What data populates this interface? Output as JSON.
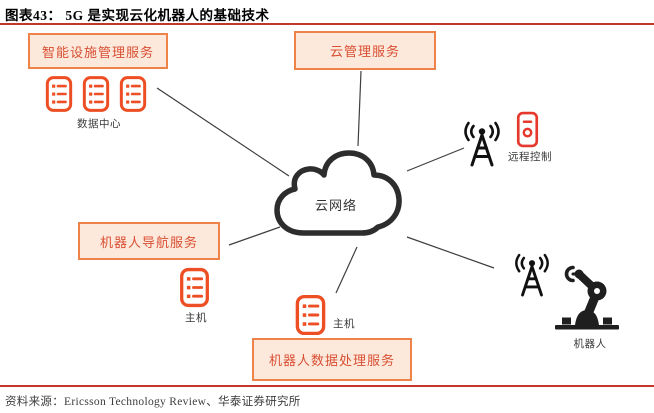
{
  "header": {
    "title": "图表43：  5G 是实现云化机器人的基础技术"
  },
  "cloud": {
    "label": "云网络",
    "icon": "cloud-icon"
  },
  "services": {
    "facility": {
      "label": "智能设施管理服务"
    },
    "cloud_mgmt": {
      "label": "云管理服务"
    },
    "navigation": {
      "label": "机器人导航服务"
    },
    "data_processing": {
      "label": "机器人数据处理服务"
    }
  },
  "nodes": {
    "data_center": {
      "label": "数据中心",
      "icons": [
        "server-icon",
        "server-icon",
        "server-icon"
      ]
    },
    "remote_control": {
      "label": "远程控制",
      "icons": [
        "antenna-icon",
        "remote-icon"
      ]
    },
    "host_left": {
      "label": "主机",
      "icons": [
        "server-icon"
      ]
    },
    "host_bottom": {
      "label": "主机",
      "icons": [
        "server-icon"
      ]
    },
    "robot": {
      "label": "机器人",
      "icons": [
        "antenna-icon",
        "robot-arm-icon"
      ]
    }
  },
  "footer": {
    "source": "资料来源：Ericsson Technology Review、华泰证券研究所"
  },
  "colors": {
    "rule_red": "#C5372B",
    "box_border": "#ED8348",
    "box_fill": "#FCE9DC",
    "box_text": "#D94F33",
    "icon_orange": "#EE4E23",
    "icon_red": "#E5392E",
    "connector_gray": "#3F3F3F",
    "cloud_stroke": "#2D2D2D"
  }
}
